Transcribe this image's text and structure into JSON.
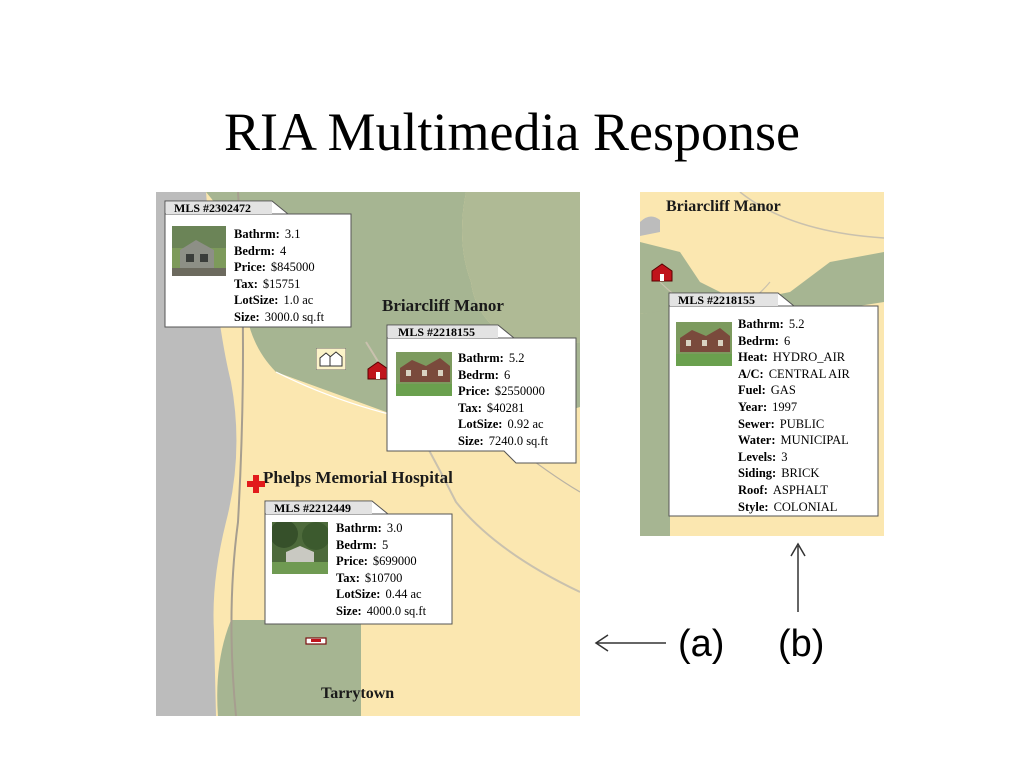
{
  "slide": {
    "title": "RIA Multimedia Response"
  },
  "map_a": {
    "places": {
      "briarcliff": "Briarcliff Manor",
      "hospital": "Phelps Memorial Hospital",
      "tarrytown": "Tarrytown"
    },
    "listings": [
      {
        "mls": "MLS #2302472",
        "fields": [
          {
            "k": "Bathrm:",
            "v": "3.1"
          },
          {
            "k": "Bedrm:",
            "v": "4"
          },
          {
            "k": "Price:",
            "v": "$845000"
          },
          {
            "k": "Tax:",
            "v": "$15751"
          },
          {
            "k": "LotSize:",
            "v": "1.0 ac"
          },
          {
            "k": "Size:",
            "v": "3000.0 sq.ft"
          }
        ]
      },
      {
        "mls": "MLS #2218155",
        "fields": [
          {
            "k": "Bathrm:",
            "v": "5.2"
          },
          {
            "k": "Bedrm:",
            "v": "6"
          },
          {
            "k": "Price:",
            "v": "$2550000"
          },
          {
            "k": "Tax:",
            "v": "$40281"
          },
          {
            "k": "LotSize:",
            "v": "0.92 ac"
          },
          {
            "k": "Size:",
            "v": "7240.0 sq.ft"
          }
        ]
      },
      {
        "mls": "MLS #2212449",
        "fields": [
          {
            "k": "Bathrm:",
            "v": "3.0"
          },
          {
            "k": "Bedrm:",
            "v": "5"
          },
          {
            "k": "Price:",
            "v": "$699000"
          },
          {
            "k": "Tax:",
            "v": "$10700"
          },
          {
            "k": "LotSize:",
            "v": "0.44 ac"
          },
          {
            "k": "Size:",
            "v": "4000.0 sq.ft"
          }
        ]
      }
    ]
  },
  "map_b": {
    "places": {
      "briarcliff": "Briarcliff Manor"
    },
    "listing": {
      "mls": "MLS #2218155",
      "fields": [
        {
          "k": "Bathrm:",
          "v": "5.2"
        },
        {
          "k": "Bedrm:",
          "v": "6"
        },
        {
          "k": "Heat:",
          "v": "HYDRO_AIR"
        },
        {
          "k": "A/C:",
          "v": "CENTRAL AIR"
        },
        {
          "k": "Fuel:",
          "v": "GAS"
        },
        {
          "k": "Year:",
          "v": "1997"
        },
        {
          "k": "Sewer:",
          "v": "PUBLIC"
        },
        {
          "k": "Water:",
          "v": "MUNICIPAL"
        },
        {
          "k": "Levels:",
          "v": "3"
        },
        {
          "k": "Siding:",
          "v": "BRICK"
        },
        {
          "k": "Roof:",
          "v": "ASPHALT"
        },
        {
          "k": "Style:",
          "v": "COLONIAL"
        }
      ]
    }
  },
  "labels": {
    "a": "(a)",
    "b": "(b)"
  },
  "colors": {
    "land": "#fbe7b0",
    "green": "#a6b592",
    "water": "#bcbcbc",
    "house_red": "#c0141c",
    "hospital_red": "#e21b1b"
  },
  "icons": [
    "house-icon",
    "hospital-cross-icon",
    "arrow-left-icon",
    "arrow-up-icon"
  ]
}
